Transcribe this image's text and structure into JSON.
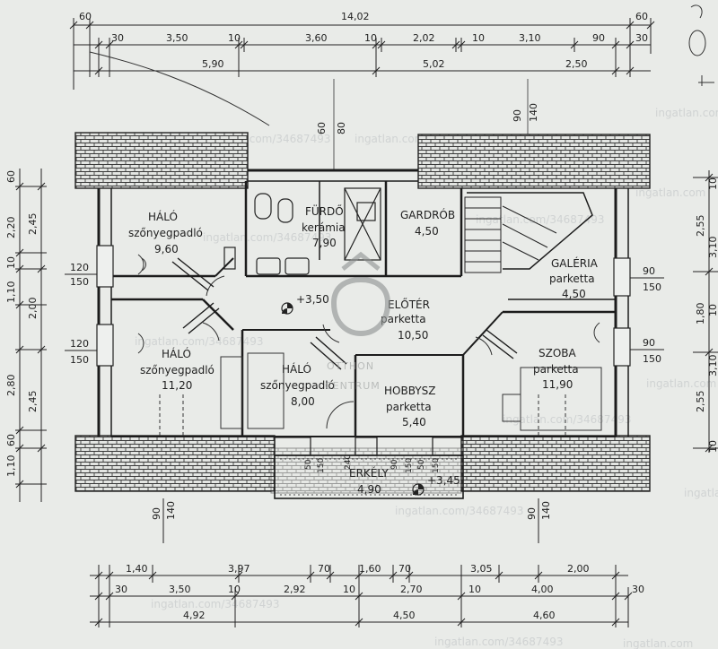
{
  "rooms": {
    "halo_top": {
      "name": "HÁLÓ",
      "floor": "szőnyegpadló",
      "area": "9,60"
    },
    "halo_bottom_left": {
      "name": "HÁLÓ",
      "floor": "szőnyegpadló",
      "area": "11,20"
    },
    "halo_center": {
      "name": "HÁLÓ",
      "floor": "szőnyegpadló",
      "area": "8,00"
    },
    "furdo": {
      "name": "FÜRDŐ",
      "floor": "kerámia",
      "area": "7,90"
    },
    "gardrob": {
      "name": "GARDRÓB",
      "area": "4,50"
    },
    "galeria": {
      "name": "GALÉRIA",
      "floor": "parketta",
      "area": "4,50"
    },
    "eloter": {
      "name": "ELŐTÉR",
      "floor": "parketta",
      "area": "10,50"
    },
    "szoba": {
      "name": "SZOBA",
      "floor": "parketta",
      "area": "11,90"
    },
    "hobbysz": {
      "name": "HOBBYSZ",
      "floor": "parketta",
      "area": "5,40"
    },
    "erkely": {
      "name": "ERKÉLY",
      "area": "4,90"
    }
  },
  "levels": {
    "top": "+3,50",
    "erkely": "+3,45"
  },
  "dims_top": {
    "total": "14,02",
    "r1": [
      "60",
      "60"
    ],
    "r2": [
      "30",
      "3,50",
      "10",
      "3,60",
      "10",
      "2,02",
      "10",
      "3,10",
      "90",
      "30"
    ],
    "r3": [
      "5,90",
      "5,02",
      "2,50"
    ]
  },
  "dims_bottom": {
    "r1": [
      "1,40",
      "3,97",
      "70",
      "1,60",
      "70",
      "3,05",
      "2,00"
    ],
    "r2": [
      "30",
      "3,50",
      "10",
      "2,92",
      "10",
      "2,70",
      "10",
      "4,00",
      "30"
    ],
    "r3": [
      "4,92",
      "4,50",
      "4,60"
    ]
  },
  "dims_left": {
    "outer": [
      "60",
      "2,20",
      "10",
      "1,10",
      "2,80",
      "60",
      "1,10"
    ],
    "inner": [
      "2,45",
      "2,00",
      "2,45"
    ]
  },
  "dims_right": {
    "inner": [
      "2,55",
      "1,80",
      "2,55"
    ],
    "outer": [
      "10",
      "3,10",
      "10",
      "3,10",
      "10"
    ]
  },
  "openings": {
    "win_left_top": [
      "120",
      "150"
    ],
    "win_left_bottom": [
      "120",
      "150"
    ],
    "win_right_top": [
      "90",
      "150"
    ],
    "win_right_bottom": [
      "90",
      "150"
    ],
    "top_furdo": [
      "60",
      "80"
    ],
    "top_stair": [
      "90",
      "140"
    ],
    "bottom_left": [
      "90",
      "140"
    ],
    "bottom_right": [
      "90",
      "140"
    ],
    "balcony_doors": [
      "50",
      "150",
      "240",
      "90",
      "150",
      "50",
      "150"
    ]
  },
  "watermarks": {
    "url1": "ingatlan.com/34687493",
    "url2": "ingatlan.com",
    "brand_top": "OTTHON",
    "brand_bottom": "CENTRUM"
  }
}
